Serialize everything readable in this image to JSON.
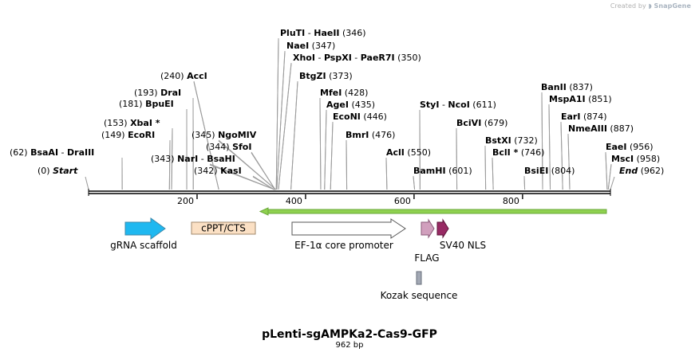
{
  "credit": {
    "prefix": "Created by",
    "brand": "SnapGene"
  },
  "map": {
    "name": "pLenti-sgAMPKa2-Cas9-GFP",
    "length_label": "962 bp",
    "length_bp": 962,
    "ticks": [
      {
        "bp": 200,
        "label": "200"
      },
      {
        "bp": 400,
        "label": "400"
      },
      {
        "bp": 600,
        "label": "600"
      },
      {
        "bp": 800,
        "label": "800"
      }
    ],
    "endpoints": [
      {
        "bp": 0,
        "pos_label": "(0)",
        "name": "Start"
      },
      {
        "bp": 962,
        "pos_label": "(962)",
        "name": "End"
      }
    ],
    "sites": [
      {
        "pos_label": "(62)",
        "name": "BsaAI",
        "name2": "DraIII",
        "bp": 62
      },
      {
        "pos_label": "(149)",
        "name": "EcoRI",
        "bp": 149
      },
      {
        "pos_label": "(153)",
        "name": "XbaI *",
        "bp": 153
      },
      {
        "pos_label": "(181)",
        "name": "BpuEI",
        "bp": 181
      },
      {
        "pos_label": "(193)",
        "name": "DraI",
        "bp": 193
      },
      {
        "pos_label": "(240)",
        "name": "AccI",
        "bp": 240
      },
      {
        "pos_label": "(343)",
        "name": "NarI",
        "name2": "BsaHI",
        "bp": 343
      },
      {
        "pos_label": "(342)",
        "name": "KasI",
        "bp": 342
      },
      {
        "pos_label": "(344)",
        "name": "SfoI",
        "bp": 344
      },
      {
        "pos_label": "(345)",
        "name": "NgoMIV",
        "bp": 345
      },
      {
        "pos_label": "(346)",
        "name": "PluTI",
        "name2": "HaeII",
        "bp": 346
      },
      {
        "pos_label": "(347)",
        "name": "NaeI",
        "bp": 347
      },
      {
        "pos_label": "(350)",
        "name": "XhoI",
        "name2": "PspXI",
        "name3": "PaeR7I",
        "bp": 350
      },
      {
        "pos_label": "(373)",
        "name": "BtgZI",
        "bp": 373
      },
      {
        "pos_label": "(428)",
        "name": "MfeI",
        "bp": 428
      },
      {
        "pos_label": "(435)",
        "name": "AgeI",
        "bp": 435
      },
      {
        "pos_label": "(446)",
        "name": "EcoNI",
        "bp": 446
      },
      {
        "pos_label": "(476)",
        "name": "BmrI",
        "bp": 476
      },
      {
        "pos_label": "(550)",
        "name": "AclI",
        "bp": 550
      },
      {
        "pos_label": "(601)",
        "name": "BamHI",
        "bp": 601
      },
      {
        "pos_label": "(611)",
        "name": "StyI",
        "name2": "NcoI",
        "bp": 611
      },
      {
        "pos_label": "(679)",
        "name": "BciVI",
        "bp": 679
      },
      {
        "pos_label": "(732)",
        "name": "BstXI",
        "bp": 732
      },
      {
        "pos_label": "(746)",
        "name": "BclI *",
        "bp": 746
      },
      {
        "pos_label": "(804)",
        "name": "BsiEI",
        "bp": 804
      },
      {
        "pos_label": "(837)",
        "name": "BanII",
        "bp": 837
      },
      {
        "pos_label": "(851)",
        "name": "MspA1I",
        "bp": 851
      },
      {
        "pos_label": "(874)",
        "name": "EarI",
        "bp": 874
      },
      {
        "pos_label": "(887)",
        "name": "NmeAIII",
        "bp": 887
      },
      {
        "pos_label": "(956)",
        "name": "EaeI",
        "bp": 956
      },
      {
        "pos_label": "(958)",
        "name": "MscI",
        "bp": 958
      }
    ],
    "features": [
      {
        "name": "gRNA scaffold",
        "color": "#1fb8f0"
      },
      {
        "name": "cPPT/CTS",
        "color": "#fbe0c4"
      },
      {
        "name": "EF-1α core promoter",
        "color": "#ffffff"
      },
      {
        "name": "FLAG",
        "color": "#d19fbd"
      },
      {
        "name": "SV40 NLS",
        "color": "#982a64"
      },
      {
        "name": "Kozak sequence",
        "color": "#a2a8b4"
      }
    ],
    "orf_color": "#8fd14f"
  }
}
